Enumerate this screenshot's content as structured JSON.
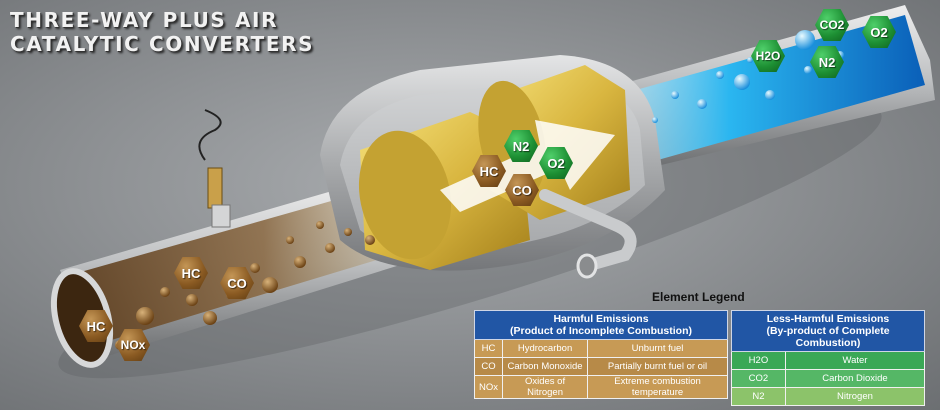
{
  "title": {
    "line1": "THREE-WAY PLUS AIR",
    "line2": "CATALYTIC CONVERTERS"
  },
  "molecules": {
    "hc1": "HC",
    "hc2": "HC",
    "hc3": "HC",
    "nox": "NOx",
    "co1": "CO",
    "co2": "CO",
    "n2_mid": "N2",
    "o2_mid": "O2",
    "h2o": "H2O",
    "co2_out": "CO2",
    "o2_out": "O2",
    "n2_out": "N2"
  },
  "legend": {
    "title": "Element Legend",
    "harmful": {
      "header_line1": "Harmful Emissions",
      "header_line2": "(Product of Incomplete Combustion)",
      "rows": [
        {
          "symbol": "HC",
          "name": "Hydrocarbon",
          "source": "Unburnt fuel"
        },
        {
          "symbol": "CO",
          "name": "Carbon Monoxide",
          "source": "Partially burnt fuel or oil"
        },
        {
          "symbol": "NOx",
          "name": "Oxides of Nitrogen",
          "source": "Extreme combustion temperature"
        }
      ]
    },
    "less_harmful": {
      "header_line1": "Less-Harmful Emissions",
      "header_line2": "(By-product of Complete Combustion)",
      "rows": [
        {
          "symbol": "H2O",
          "name": "Water"
        },
        {
          "symbol": "CO2",
          "name": "Carbon Dioxide"
        },
        {
          "symbol": "N2",
          "name": "Nitrogen"
        }
      ]
    }
  }
}
